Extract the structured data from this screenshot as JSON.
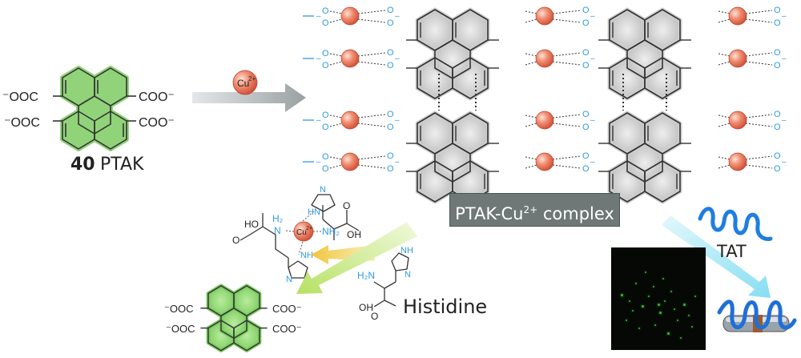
{
  "compound": {
    "number": "40",
    "name": "PTAK"
  },
  "reagent": {
    "cation": "Cu",
    "charge": "2+"
  },
  "groups": {
    "carboxylate_left": "⁻OOC",
    "carboxylate_right": "COO⁻",
    "carboxyl_o": "O",
    "carboxyl_minus": "–"
  },
  "complex": {
    "label_main": "PTAK-Cu",
    "label_charge": "2+",
    "label_suffix": " complex"
  },
  "histidine": {
    "label": "Histidine",
    "free_atoms": [
      "H₂N",
      "OH",
      "O",
      "NH",
      "N"
    ],
    "complex_atoms": [
      "HO",
      "O",
      "H₂",
      "N",
      "NH₂",
      "OH",
      "O",
      "HN",
      "NH",
      "N",
      "N"
    ],
    "complex_metal": "Cu",
    "complex_metal_charge": "2+"
  },
  "peptide": {
    "label": "TAT"
  },
  "colors": {
    "ptak_green": "#7dcc62",
    "copper": "#ef7a62",
    "carboxyl_blue": "#2f9be0",
    "arrow_gray": "#a9afb0",
    "arrow_green": "#c4e87a",
    "arrow_yellow": "#f2cf57",
    "arrow_cyan": "#9ee6f4"
  }
}
